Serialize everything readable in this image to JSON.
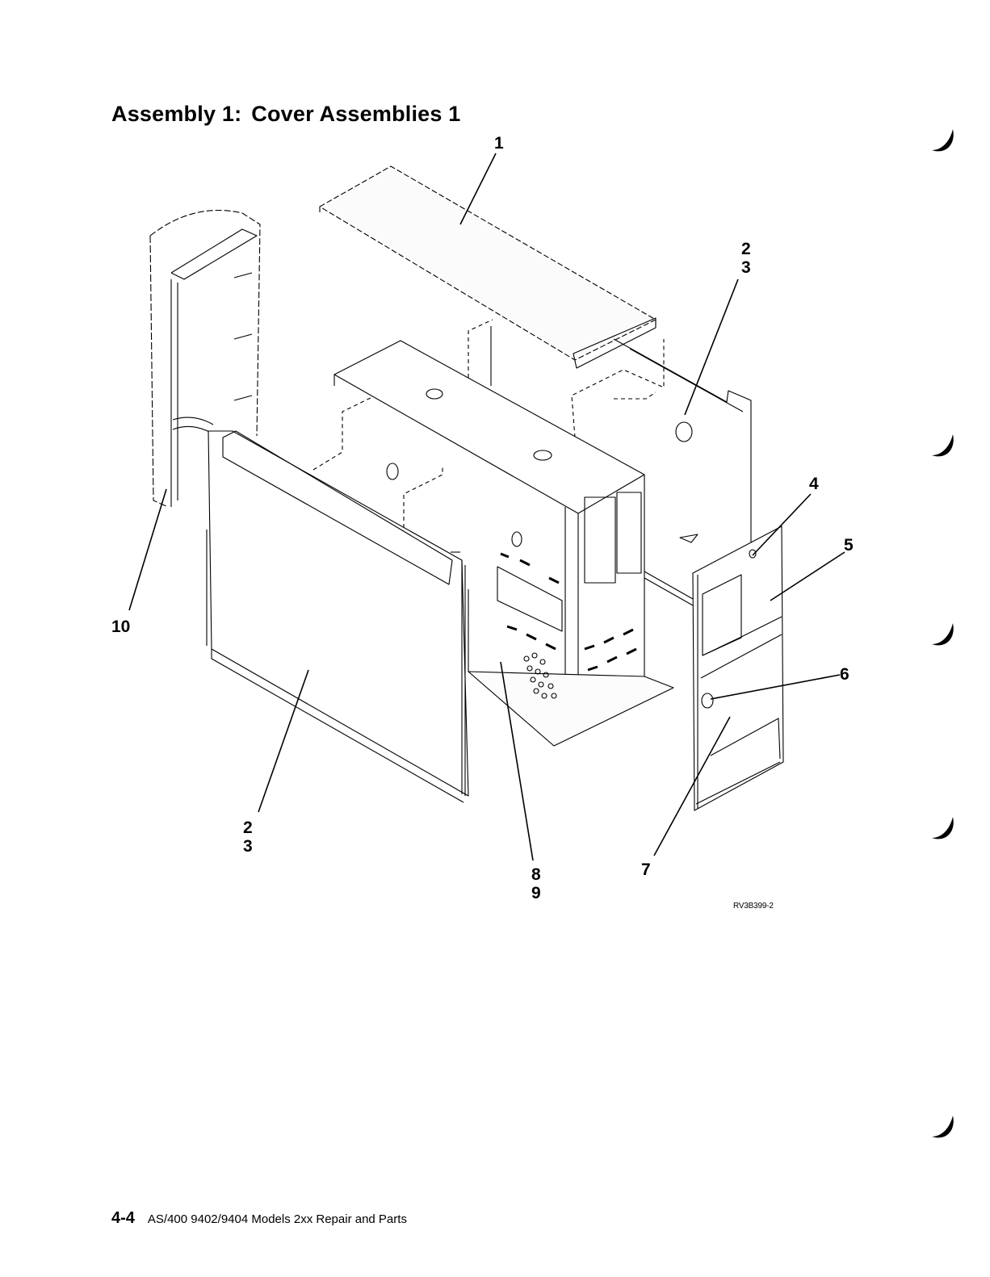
{
  "heading": {
    "assembly": "Assembly 1:",
    "name": "Cover Assemblies 1"
  },
  "callouts": [
    {
      "id": "c1",
      "lines": [
        "1"
      ]
    },
    {
      "id": "c23-top",
      "lines": [
        "2",
        "3"
      ]
    },
    {
      "id": "c4",
      "lines": [
        "4"
      ]
    },
    {
      "id": "c5",
      "lines": [
        "5"
      ]
    },
    {
      "id": "c6",
      "lines": [
        "6"
      ]
    },
    {
      "id": "c7",
      "lines": [
        "7"
      ]
    },
    {
      "id": "c89",
      "lines": [
        "8",
        "9"
      ]
    },
    {
      "id": "c23-bottom",
      "lines": [
        "2",
        "3"
      ]
    },
    {
      "id": "c10",
      "lines": [
        "10"
      ]
    }
  ],
  "figure_id": "RV3B399-2",
  "footer": {
    "page_number": "4-4",
    "book_title": "AS/400 9402/9404 Models 2xx Repair and Parts"
  },
  "colors": {
    "ink": "#000000",
    "paper": "#ffffff"
  }
}
